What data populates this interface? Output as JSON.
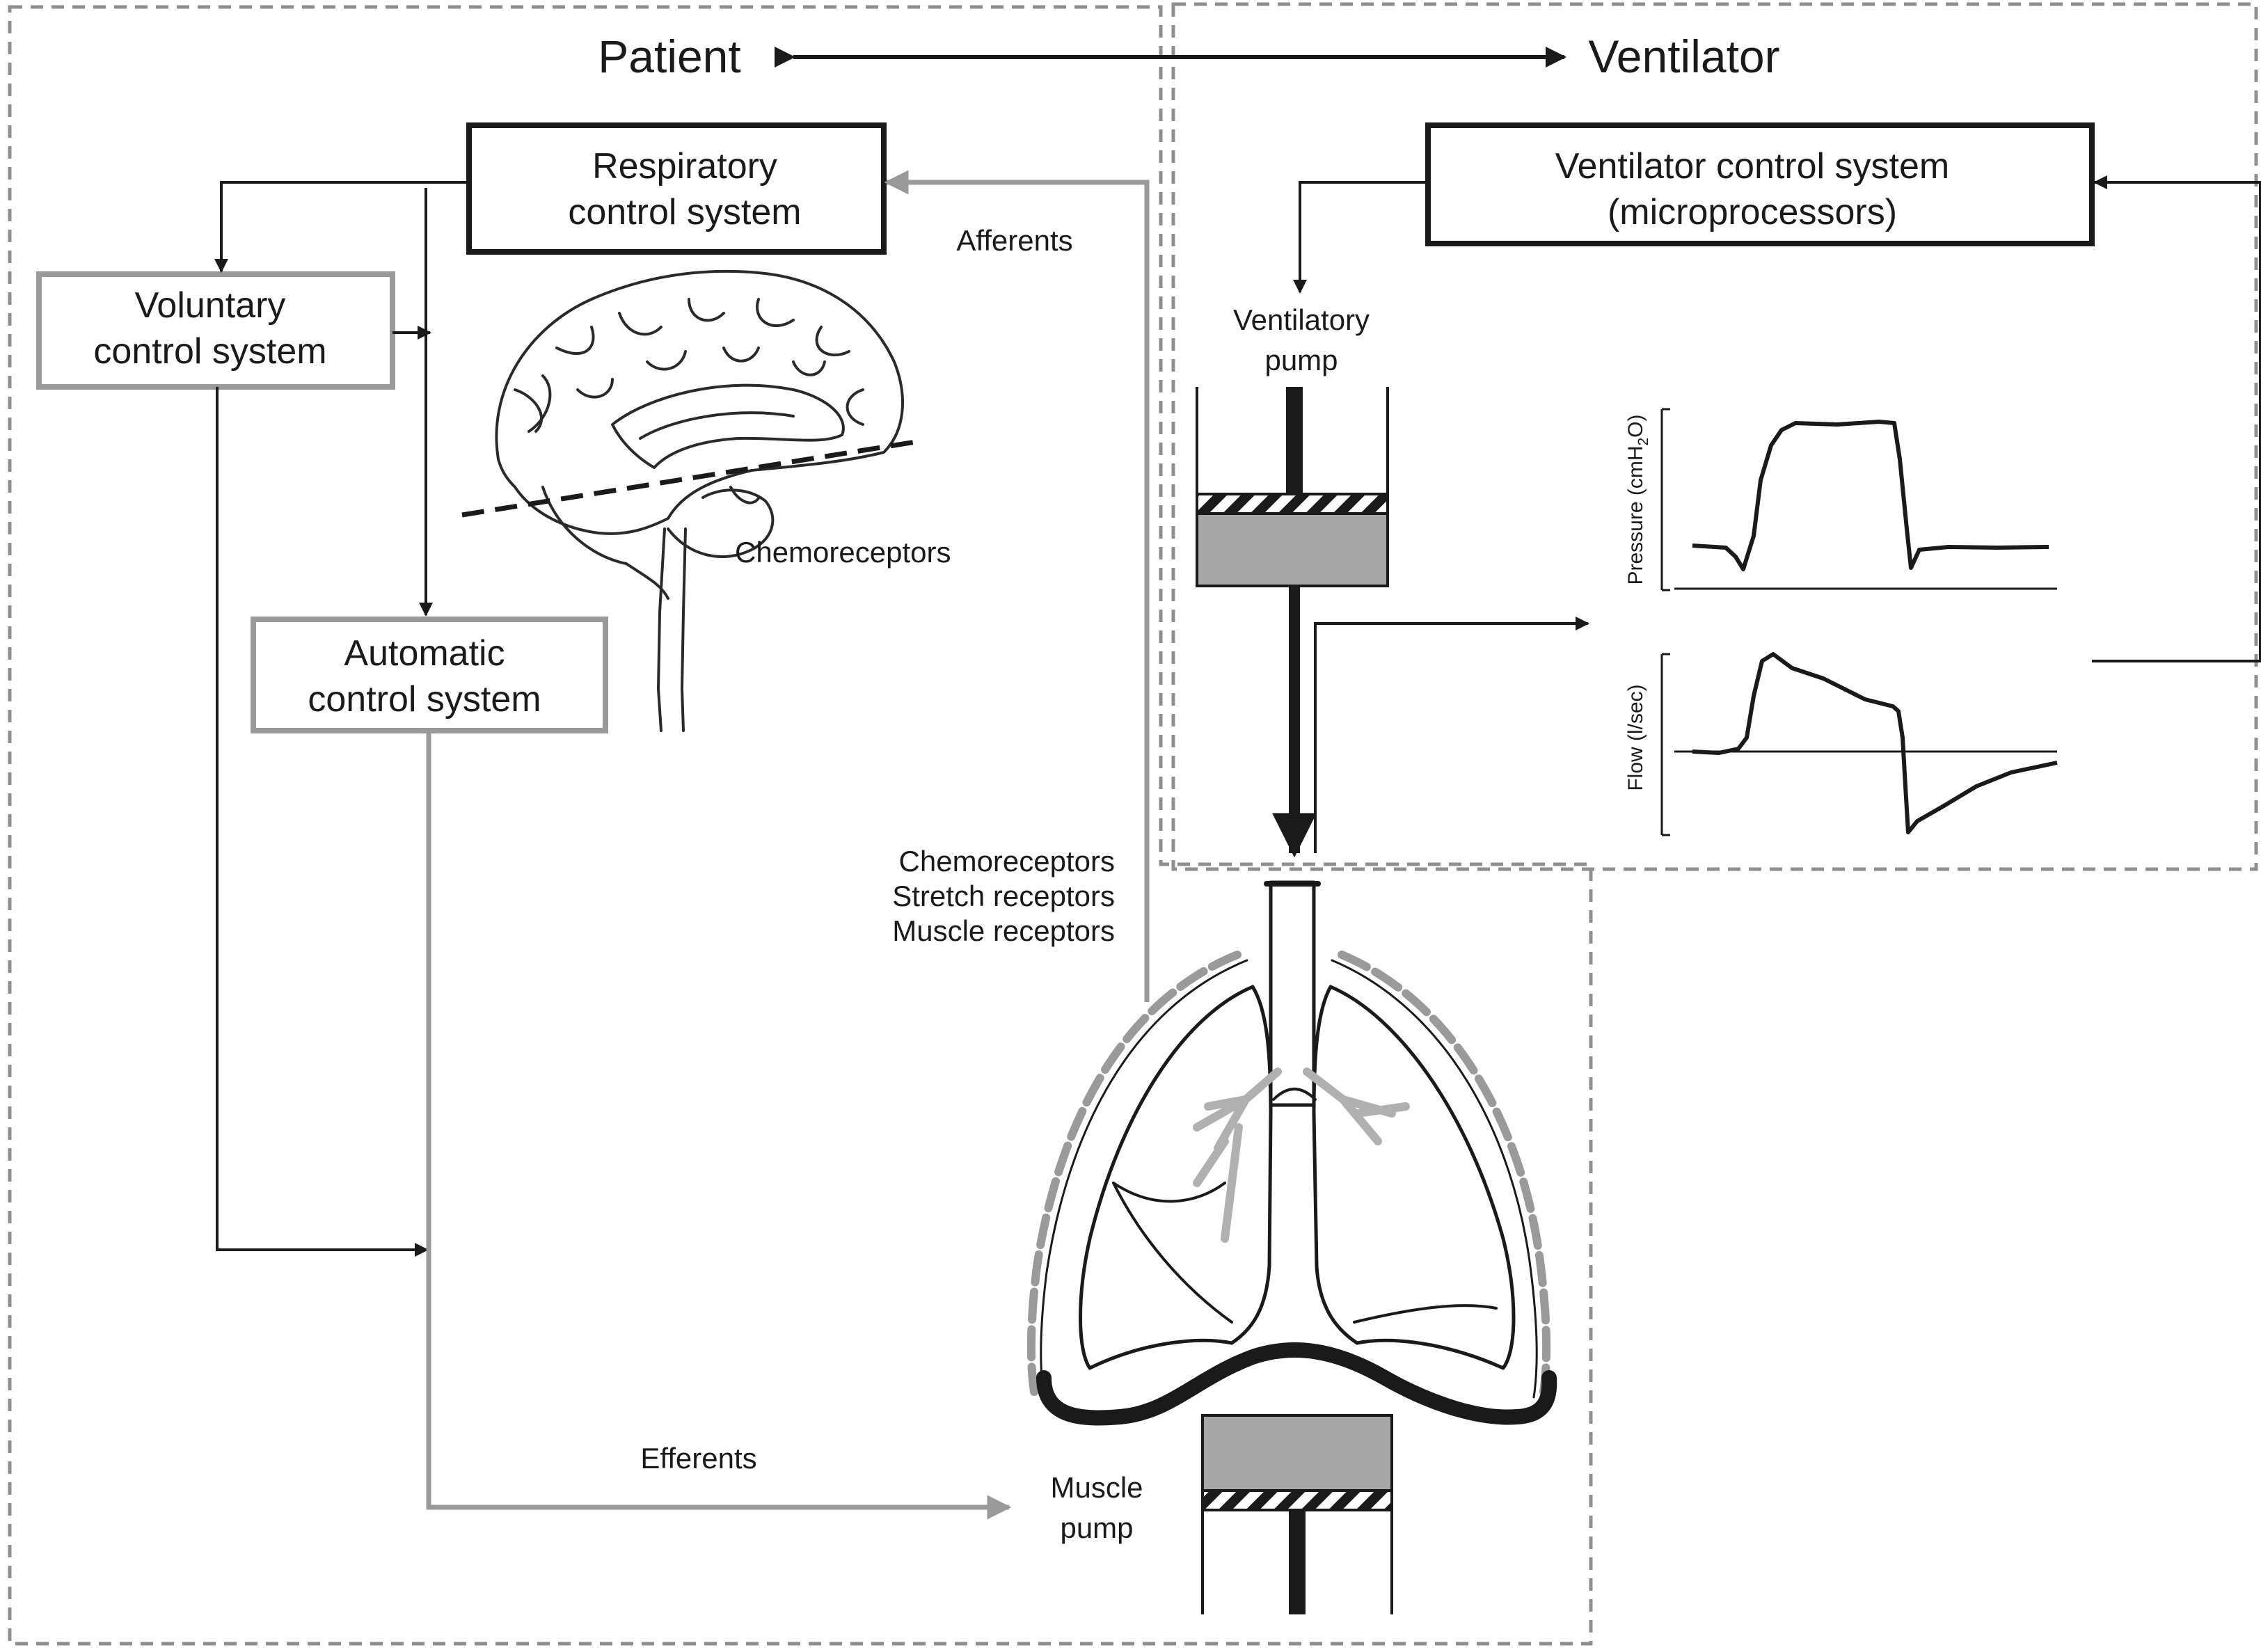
{
  "headers": {
    "patient": "Patient",
    "ventilator": "Ventilator"
  },
  "boxes": {
    "respiratory": [
      "Respiratory",
      "control system"
    ],
    "voluntary": [
      "Voluntary",
      "control system"
    ],
    "automatic": [
      "Automatic",
      "control system"
    ],
    "ventilator_control": [
      "Ventilator control system",
      "(microprocessors)"
    ]
  },
  "labels": {
    "afferents": "Afferents",
    "efferents": "Efferents",
    "chemoreceptors_brain": "Chemoreceptors",
    "receptors": [
      "Chemoreceptors",
      "Stretch receptors",
      "Muscle receptors"
    ],
    "ventilatory_pump": [
      "Ventilatory",
      "pump"
    ],
    "muscle_pump": [
      "Muscle",
      "pump"
    ]
  },
  "waveforms": {
    "pressure_axis_label": "Pressure (cmH",
    "pressure_axis_sub": "2",
    "pressure_axis_end": "O)",
    "flow_axis_label": "Flow (l/sec)"
  },
  "colors": {
    "ink": "#1a1a1a",
    "gray_line": "#9a9a9a",
    "piston_fill": "#a6a6a6",
    "dashed_border": "#8f8f8f"
  }
}
